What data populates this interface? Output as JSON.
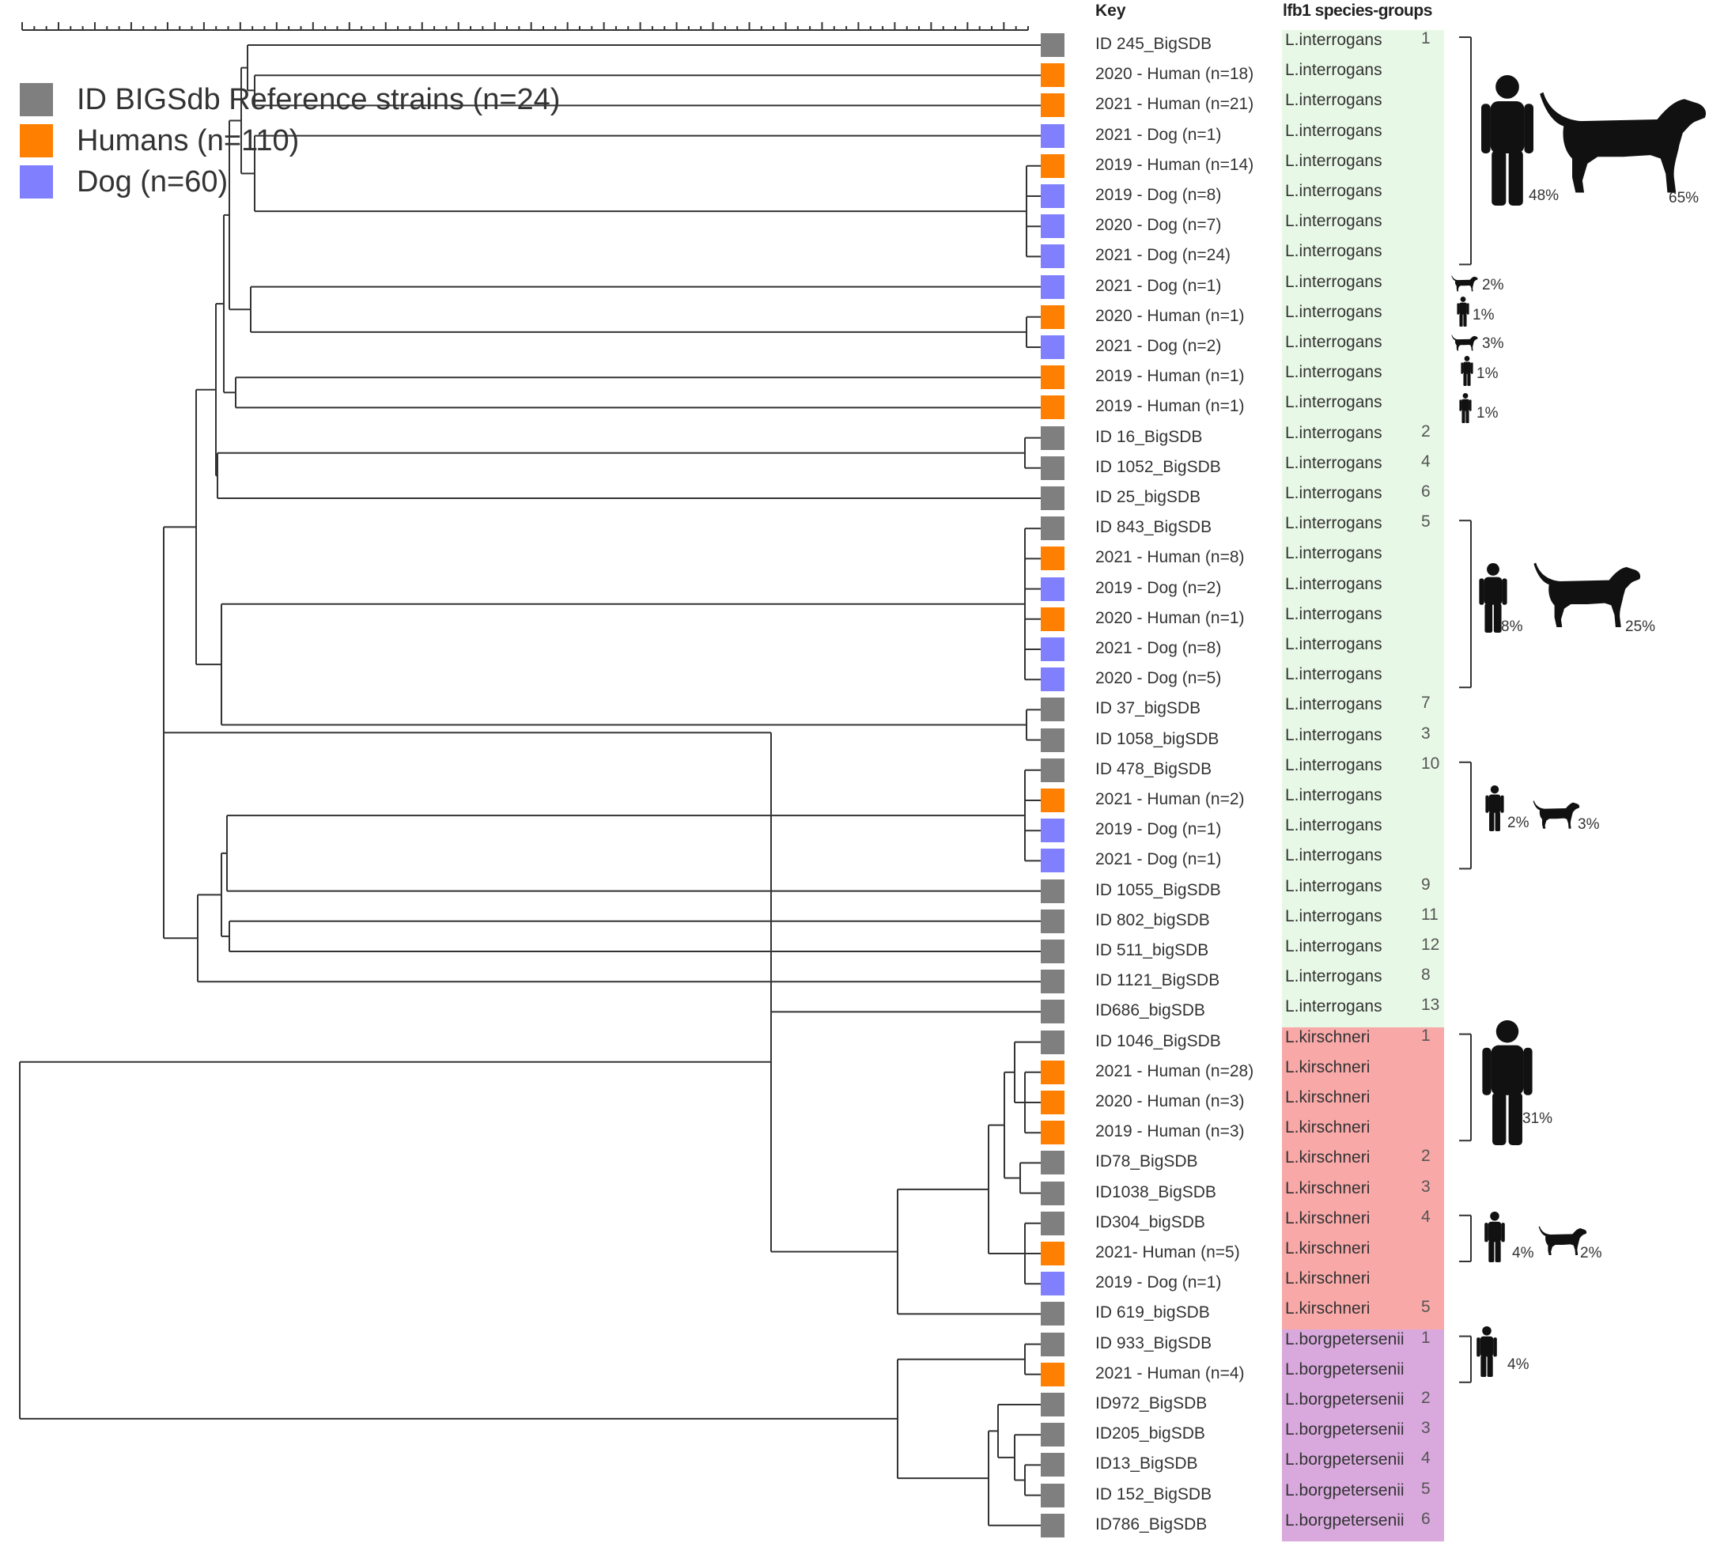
{
  "legend": [
    {
      "label": "ID BIGSdb Reference strains (n=24)",
      "color": "#7f7f7f"
    },
    {
      "label": "Humans (n=110)",
      "color": "#ff8000"
    },
    {
      "label": "Dog (n=60)",
      "color": "#8080ff"
    }
  ],
  "headers": {
    "key": "Key",
    "species_groups": "lfb1 species-groups"
  },
  "colors": {
    "reference": "#7f7f7f",
    "human": "#ff8000",
    "dog": "#8080ff",
    "interrogans": "#e8f8e6",
    "kirschneri": "#f9a8a8",
    "borgpetersenii": "#d9a9de"
  },
  "leaves": [
    {
      "label": "ID 245_BigSDB",
      "type": "reference",
      "species": "L.interrogans",
      "num": "1"
    },
    {
      "label": "2020 - Human (n=18)",
      "type": "human",
      "species": "L.interrogans",
      "num": ""
    },
    {
      "label": "2021 - Human (n=21)",
      "type": "human",
      "species": "L.interrogans",
      "num": ""
    },
    {
      "label": "2021 - Dog (n=1)",
      "type": "dog",
      "species": "L.interrogans",
      "num": ""
    },
    {
      "label": "2019 - Human (n=14)",
      "type": "human",
      "species": "L.interrogans",
      "num": ""
    },
    {
      "label": "2019 - Dog (n=8)",
      "type": "dog",
      "species": "L.interrogans",
      "num": ""
    },
    {
      "label": "2020 - Dog (n=7)",
      "type": "dog",
      "species": "L.interrogans",
      "num": ""
    },
    {
      "label": "2021 - Dog (n=24)",
      "type": "dog",
      "species": "L.interrogans",
      "num": ""
    },
    {
      "label": "2021 - Dog (n=1)",
      "type": "dog",
      "species": "L.interrogans",
      "num": ""
    },
    {
      "label": "2020 - Human (n=1)",
      "type": "human",
      "species": "L.interrogans",
      "num": ""
    },
    {
      "label": "2021 - Dog (n=2)",
      "type": "dog",
      "species": "L.interrogans",
      "num": ""
    },
    {
      "label": "2019 - Human (n=1)",
      "type": "human",
      "species": "L.interrogans",
      "num": ""
    },
    {
      "label": "2019 - Human (n=1)",
      "type": "human",
      "species": "L.interrogans",
      "num": ""
    },
    {
      "label": "ID 16_BigSDB",
      "type": "reference",
      "species": "L.interrogans",
      "num": "2"
    },
    {
      "label": "ID 1052_BigSDB",
      "type": "reference",
      "species": "L.interrogans",
      "num": "4"
    },
    {
      "label": "ID 25_bigSDB",
      "type": "reference",
      "species": "L.interrogans",
      "num": "6"
    },
    {
      "label": "ID 843_BigSDB",
      "type": "reference",
      "species": "L.interrogans",
      "num": "5"
    },
    {
      "label": "2021 - Human (n=8)",
      "type": "human",
      "species": "L.interrogans",
      "num": ""
    },
    {
      "label": "2019 - Dog (n=2)",
      "type": "dog",
      "species": "L.interrogans",
      "num": ""
    },
    {
      "label": "2020 - Human (n=1)",
      "type": "human",
      "species": "L.interrogans",
      "num": ""
    },
    {
      "label": "2021 - Dog (n=8)",
      "type": "dog",
      "species": "L.interrogans",
      "num": ""
    },
    {
      "label": "2020 - Dog (n=5)",
      "type": "dog",
      "species": "L.interrogans",
      "num": ""
    },
    {
      "label": "ID 37_bigSDB",
      "type": "reference",
      "species": "L.interrogans",
      "num": "7"
    },
    {
      "label": "ID 1058_bigSDB",
      "type": "reference",
      "species": "L.interrogans",
      "num": "3"
    },
    {
      "label": "ID 478_BigSDB",
      "type": "reference",
      "species": "L.interrogans",
      "num": "10"
    },
    {
      "label": "2021 - Human (n=2)",
      "type": "human",
      "species": "L.interrogans",
      "num": ""
    },
    {
      "label": "2019 - Dog (n=1)",
      "type": "dog",
      "species": "L.interrogans",
      "num": ""
    },
    {
      "label": "2021 - Dog (n=1)",
      "type": "dog",
      "species": "L.interrogans",
      "num": ""
    },
    {
      "label": "ID 1055_BigSDB",
      "type": "reference",
      "species": "L.interrogans",
      "num": "9"
    },
    {
      "label": "ID 802_bigSDB",
      "type": "reference",
      "species": "L.interrogans",
      "num": "11"
    },
    {
      "label": "ID 511_bigSDB",
      "type": "reference",
      "species": "L.interrogans",
      "num": "12"
    },
    {
      "label": "ID 1121_BigSDB",
      "type": "reference",
      "species": "L.interrogans",
      "num": "8"
    },
    {
      "label": "ID686_bigSDB",
      "type": "reference",
      "species": "L.interrogans",
      "num": "13"
    },
    {
      "label": "ID 1046_BigSDB",
      "type": "reference",
      "species": "L.kirschneri",
      "num": "1"
    },
    {
      "label": "2021 - Human (n=28)",
      "type": "human",
      "species": "L.kirschneri",
      "num": ""
    },
    {
      "label": "2020 - Human (n=3)",
      "type": "human",
      "species": "L.kirschneri",
      "num": ""
    },
    {
      "label": "2019 - Human (n=3)",
      "type": "human",
      "species": "L.kirschneri",
      "num": ""
    },
    {
      "label": "ID78_BigSDB",
      "type": "reference",
      "species": "L.kirschneri",
      "num": "2"
    },
    {
      "label": "ID1038_BigSDB",
      "type": "reference",
      "species": "L.kirschneri",
      "num": "3"
    },
    {
      "label": "ID304_bigSDB",
      "type": "reference",
      "species": "L.kirschneri",
      "num": "4"
    },
    {
      "label": "2021- Human (n=5)",
      "type": "human",
      "species": "L.kirschneri",
      "num": ""
    },
    {
      "label": "2019 - Dog (n=1)",
      "type": "dog",
      "species": "L.kirschneri",
      "num": ""
    },
    {
      "label": "ID 619_bigSDB",
      "type": "reference",
      "species": "L.kirschneri",
      "num": "5"
    },
    {
      "label": "ID 933_BigSDB",
      "type": "reference",
      "species": "L.borgpetersenii",
      "num": "1"
    },
    {
      "label": "2021 - Human (n=4)",
      "type": "human",
      "species": "L.borgpetersenii",
      "num": ""
    },
    {
      "label": "ID972_BigSDB",
      "type": "reference",
      "species": "L.borgpetersenii",
      "num": "2"
    },
    {
      "label": "ID205_bigSDB",
      "type": "reference",
      "species": "L.borgpetersenii",
      "num": "3"
    },
    {
      "label": "ID13_BigSDB",
      "type": "reference",
      "species": "L.borgpetersenii",
      "num": "4"
    },
    {
      "label": "ID 152_BigSDB",
      "type": "reference",
      "species": "L.borgpetersenii",
      "num": "5"
    },
    {
      "label": "ID786_BigSDB",
      "type": "reference",
      "species": "L.borgpetersenii",
      "num": "6"
    }
  ],
  "annotations": [
    {
      "id": "ann-1",
      "human_pct": "48%",
      "dog_pct": "65%"
    },
    {
      "id": "ann-2",
      "dog_pct": "2%"
    },
    {
      "id": "ann-3",
      "human_pct": "1%"
    },
    {
      "id": "ann-4",
      "dog_pct": "3%"
    },
    {
      "id": "ann-5",
      "human_pct": "1%"
    },
    {
      "id": "ann-6",
      "human_pct": "1%"
    },
    {
      "id": "ann-7",
      "human_pct": "8%",
      "dog_pct": "25%"
    },
    {
      "id": "ann-8",
      "human_pct": "2%",
      "dog_pct": "3%"
    },
    {
      "id": "ann-9",
      "human_pct": "31%"
    },
    {
      "id": "ann-10",
      "human_pct": "4%",
      "dog_pct": "2%"
    },
    {
      "id": "ann-11",
      "human_pct": "4%"
    }
  ]
}
